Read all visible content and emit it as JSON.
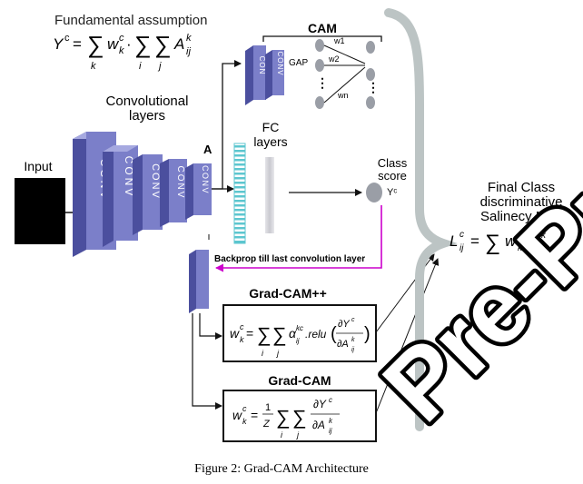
{
  "title": {
    "fundamental_label": "Fundamental assumption",
    "fundamental_formula": "Y^c = Σ_k w_k^c · Σ_i Σ_j A_ij^k"
  },
  "labels": {
    "input": "Input",
    "conv_layers_1": "Convolutional",
    "conv_layers_2": "layers",
    "conv_text": "CONV",
    "con_small": "CON",
    "conv_small": "CONV",
    "A": "A",
    "cam": "CAM",
    "gap": "GAP",
    "w1": "w1",
    "w2": "w2",
    "wn": "wn",
    "fc_1": "FC",
    "fc_2": "layers",
    "class_1": "Class",
    "class_2": "score",
    "yc": "Yᶜ",
    "backprop": "Backprop till last convolution layer",
    "gradcampp": "Grad-CAM++",
    "gradcam": "Grad-CAM",
    "final_1": "Final Class",
    "final_2": "discriminative",
    "final_3": "Salinecy Map",
    "caption": "Figure 2: Grad-CAM Architecture",
    "watermark": "Pre-Pro"
  },
  "formulas": {
    "gradcampp_lhs": "w",
    "gradcampp_rhs": "= Σ_i Σ_j α_ij^kc.relu(∂Y^c/∂A_ij^k)",
    "gradcam_lhs": "w",
    "gradcam_rhs": "= 1/Z Σ_i Σ_j ∂Y^c/∂A_ij^k",
    "final_lhs": "L",
    "final_rhs": "= Σ w_k^c A_ij^k"
  },
  "colors": {
    "conv_face": "#7b7fc9",
    "conv_side": "#4b4f9e",
    "conv_top": "#a6a9e0",
    "fc_cyan": "#5cc6cf",
    "node_gray": "#9a9ea6",
    "brace_gray": "#bcc4c4",
    "magenta": "#cc00cc"
  }
}
